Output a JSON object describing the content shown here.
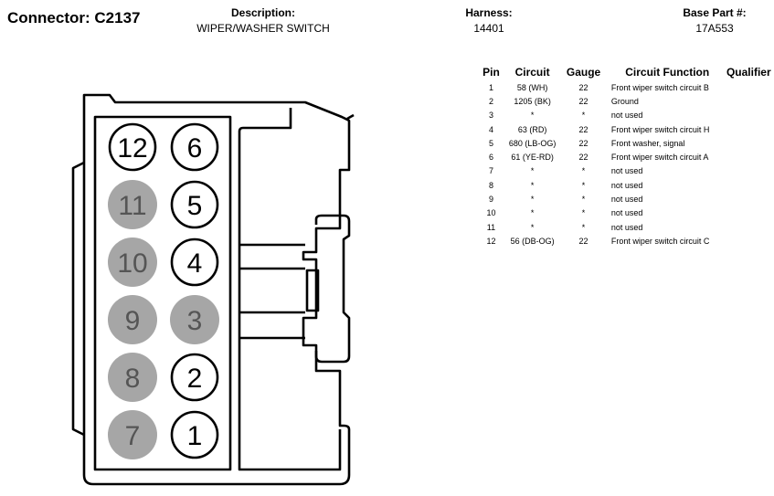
{
  "header": {
    "connector_title": "Connector: C2137",
    "description_label": "Description:",
    "description_value": "WIPER/WASHER SWITCH",
    "harness_label": "Harness:",
    "harness_value": "14401",
    "base_part_label": "Base Part #:",
    "base_part_value": "17A553"
  },
  "table": {
    "columns": [
      "Pin",
      "Circuit",
      "Gauge",
      "Circuit Function",
      "Qualifier"
    ],
    "rows": [
      {
        "pin": "1",
        "circuit": "58 (WH)",
        "gauge": "22",
        "function": "Front wiper switch circuit B",
        "qualifier": ""
      },
      {
        "pin": "2",
        "circuit": "1205 (BK)",
        "gauge": "22",
        "function": "Ground",
        "qualifier": ""
      },
      {
        "pin": "3",
        "circuit": "*",
        "gauge": "*",
        "function": "not used",
        "qualifier": ""
      },
      {
        "pin": "4",
        "circuit": "63 (RD)",
        "gauge": "22",
        "function": "Front wiper switch circuit H",
        "qualifier": ""
      },
      {
        "pin": "5",
        "circuit": "680 (LB-OG)",
        "gauge": "22",
        "function": "Front washer, signal",
        "qualifier": ""
      },
      {
        "pin": "6",
        "circuit": "61 (YE-RD)",
        "gauge": "22",
        "function": "Front wiper switch circuit A",
        "qualifier": ""
      },
      {
        "pin": "7",
        "circuit": "*",
        "gauge": "*",
        "function": "not used",
        "qualifier": ""
      },
      {
        "pin": "8",
        "circuit": "*",
        "gauge": "*",
        "function": "not used",
        "qualifier": ""
      },
      {
        "pin": "9",
        "circuit": "*",
        "gauge": "*",
        "function": "not used",
        "qualifier": ""
      },
      {
        "pin": "10",
        "circuit": "*",
        "gauge": "*",
        "function": "not used",
        "qualifier": ""
      },
      {
        "pin": "11",
        "circuit": "*",
        "gauge": "*",
        "function": "not used",
        "qualifier": ""
      },
      {
        "pin": "12",
        "circuit": "56 (DB-OG)",
        "gauge": "22",
        "function": "Front wiper switch circuit C",
        "qualifier": ""
      }
    ]
  },
  "connector": {
    "left_column": [
      {
        "label": "12",
        "used": true
      },
      {
        "label": "11",
        "used": false
      },
      {
        "label": "10",
        "used": false
      },
      {
        "label": "9",
        "used": false
      },
      {
        "label": "8",
        "used": false
      },
      {
        "label": "7",
        "used": false
      }
    ],
    "right_column": [
      {
        "label": "6",
        "used": true
      },
      {
        "label": "5",
        "used": true
      },
      {
        "label": "4",
        "used": true
      },
      {
        "label": "3",
        "used": false
      },
      {
        "label": "2",
        "used": true
      },
      {
        "label": "1",
        "used": true
      }
    ],
    "colors": {
      "used_fill": "#ffffff",
      "unused_fill": "#a6a6a6",
      "used_text": "#000000",
      "unused_text": "#555555",
      "outline": "#000000"
    }
  }
}
